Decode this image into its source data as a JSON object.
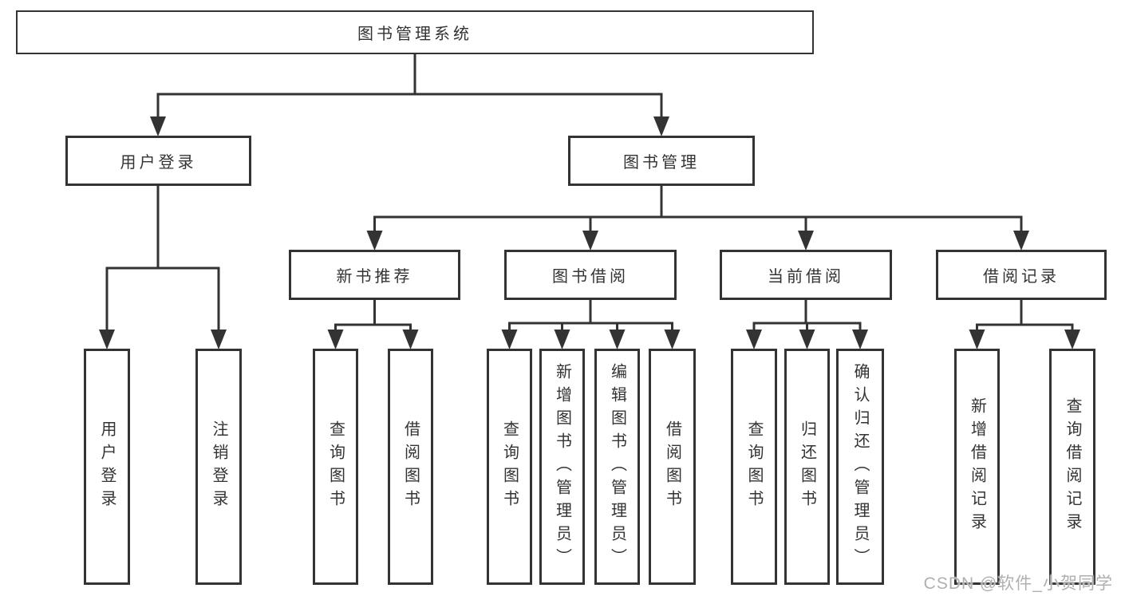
{
  "nodes": {
    "root": {
      "label": "图书管理系统"
    },
    "user_login": {
      "label": "用户登录"
    },
    "book_manage": {
      "label": "图书管理"
    },
    "new_book_recommend": {
      "label": "新书推荐"
    },
    "book_borrow": {
      "label": "图书借阅"
    },
    "current_borrow": {
      "label": "当前借阅"
    },
    "borrow_record": {
      "label": "借阅记录"
    },
    "leaves": {
      "user_login": [
        "用户登录",
        "注销登录"
      ],
      "new_book_recommend": [
        "查询图书",
        "借阅图书"
      ],
      "book_borrow": [
        "查询图书",
        "新增图书（管理员）",
        "编辑图书（管理员）",
        "借阅图书"
      ],
      "current_borrow": [
        "查询图书",
        "归还图书",
        "确认归还（管理员）"
      ],
      "borrow_record": [
        "新增借阅记录",
        "查询借阅记录"
      ]
    }
  },
  "watermark": {
    "label": "CSDN @软件_小贺同学"
  },
  "colors": {
    "line": "#333333",
    "box_border": "#333333",
    "text": "#333333",
    "watermark": "#b0b0b0",
    "background": "#ffffff"
  }
}
